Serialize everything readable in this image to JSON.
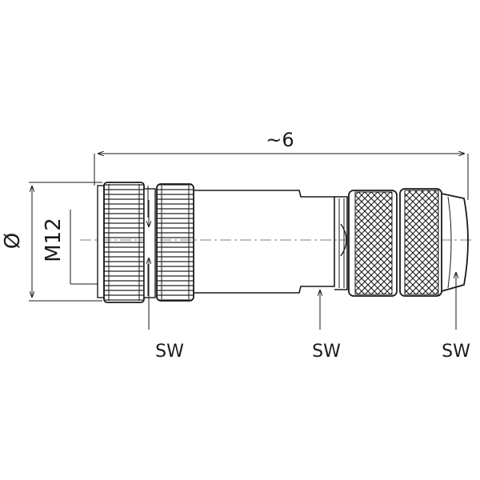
{
  "drawing": {
    "length_label": "~6",
    "diameter_symbol": "Ø",
    "thread_label": "M12",
    "wrench_labels": [
      "SW",
      "SW",
      "SW"
    ]
  },
  "colors": {
    "line": "#1a1a1a",
    "background": "#ffffff",
    "centerline": "#555555"
  }
}
